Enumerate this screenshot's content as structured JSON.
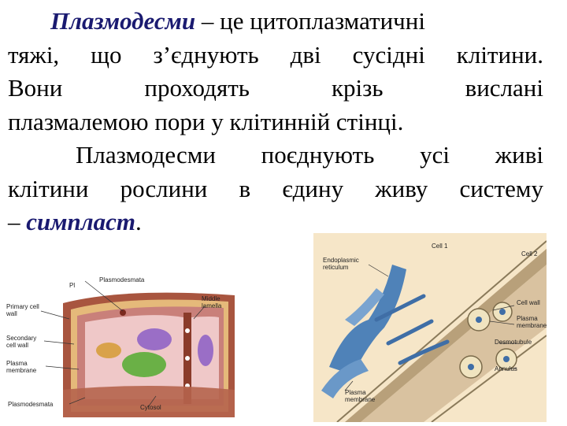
{
  "paragraph1": {
    "term": "Плазмодесми",
    "line1_rest": " – це цитоплазматичні",
    "line2": "тяжі, що з’єднують дві сусідні клітини.",
    "line3": "Вони проходять крізь вислані",
    "line4": "плазмалемою пори у клітинній стінці."
  },
  "paragraph2": {
    "line1": "Плазмодесми поєднують усі живі",
    "line2": "клітини рослини в єдину живу систему",
    "dash": "– ",
    "term": "симпласт",
    "end": "."
  },
  "figure_left": {
    "labels": {
      "pl": "Pl",
      "plasmodesmata_top": "Plasmodesmata",
      "middle_lamella": "Middle lamella",
      "primary_wall": "Primary cell wall",
      "secondary_wall": "Secondary cell wall",
      "plasma_membrane": "Plasma membrane",
      "plasmodesmata_bottom": "Plasmodesmata",
      "cytosol": "Cytosol"
    }
  },
  "figure_right": {
    "labels": {
      "er": "Endoplasmic reticulum",
      "cell1": "Cell 1",
      "cell2": "Cell 2",
      "cell_wall": "Cell wall",
      "plasma_membrane_top": "Plasma membrane",
      "desmotubule": "Desmotubule",
      "annulus": "Annulus",
      "plasma_membrane_bottom": "Plasma membrane"
    }
  }
}
